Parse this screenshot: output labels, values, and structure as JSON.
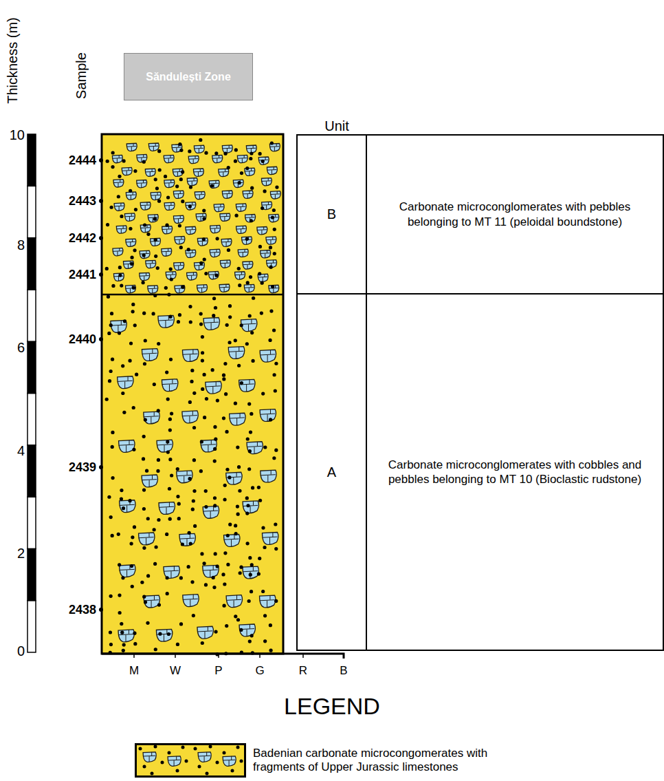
{
  "diagram": {
    "nodes": [
      {
        "text": [
          "Săndulești Zone"
        ]
      },
      {
        "text": [
          "B"
        ]
      },
      {
        "text": [
          "Carbonate microconglomerates with pebbles belonging to MT 11 (peloidal boundstone)"
        ]
      },
      {
        "text": [
          "A"
        ]
      },
      {
        "text": [
          "Carbonate microconglomerates with cobbles and pebbles belonging to MT 10 (Bioclastic rudstone)"
        ]
      }
    ],
    "labels": [
      "Thickness (m)",
      "Sample",
      "Unit",
      "10",
      "8",
      "6",
      "4",
      "2",
      "0",
      "2444",
      "2443",
      "2442",
      "2441",
      "2440",
      "2439",
      "2438",
      "M",
      "W",
      "P",
      "G",
      "R",
      "B",
      "LEGEND"
    ],
    "legend": [
      {
        "text": "Badenian carbonate microcongomerates with fragments of Upper Jurassic limestones"
      }
    ]
  }
}
